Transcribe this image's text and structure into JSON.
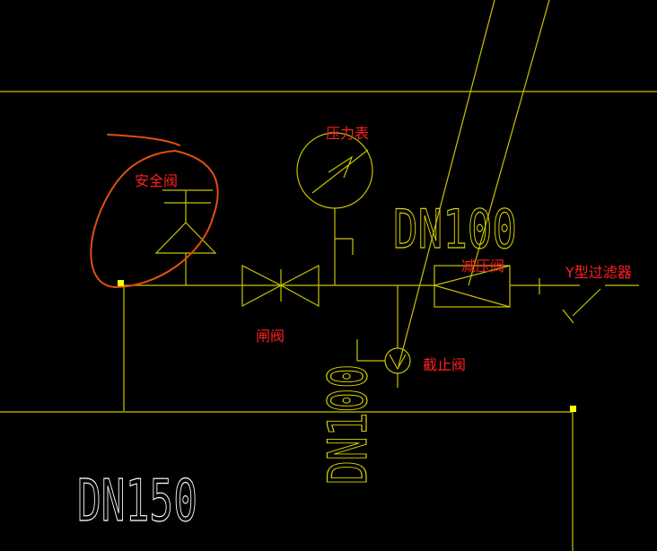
{
  "colors": {
    "background": "#000000",
    "line": "#c8c400",
    "label": "#ff2020",
    "dn_white": "#ffffff",
    "dn_yellow": "#d8d400",
    "highlight": "#e05010",
    "grip": "#ffff00"
  },
  "labels": {
    "safety_valve": "安全阀",
    "pressure_gauge": "压力表",
    "gate_valve": "闸阀",
    "pressure_reducing_valve": "减压阀",
    "y_strainer": "Y型过滤器",
    "globe_valve": "截止阀"
  },
  "dimensions": {
    "dn100_horizontal": "DN100",
    "dn100_vertical": "DN100",
    "dn150": "DN150"
  }
}
